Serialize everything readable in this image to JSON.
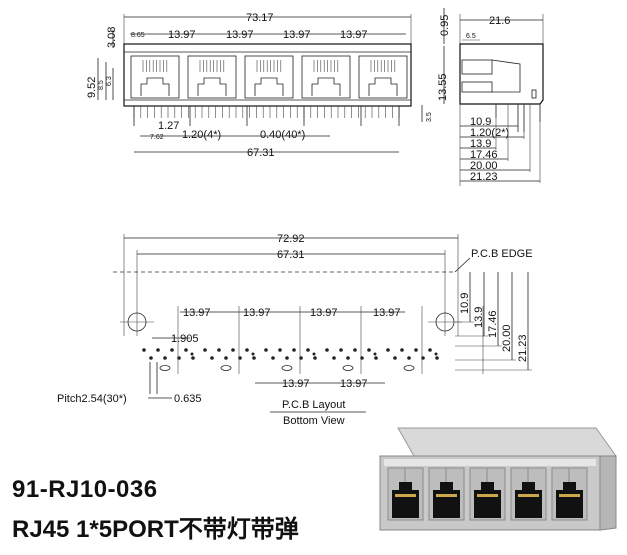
{
  "front_view": {
    "overall_width": "73.17",
    "port_pitch_labels": [
      "13.97",
      "13.97",
      "13.97",
      "13.97"
    ],
    "first_port_offset": "8.65",
    "top_step": "3.08",
    "left_heights": [
      "9.52",
      "8.5",
      "6.3"
    ],
    "pin_spacing": "1.27",
    "pin_offset": "7.62",
    "pin_width_note": "1.20(4*)",
    "pin_thickness_note": "0.40(40*)",
    "peg_spacing": "67.31",
    "pin_length": "3.5"
  },
  "side_view": {
    "depth": "21.6",
    "top_offset": "0.95",
    "latch_offset": "6.5",
    "height": "13.55",
    "dims": [
      "10.9",
      "1.20(2*)",
      "13.9",
      "17.46",
      "20.00",
      "21.23"
    ]
  },
  "pcb_layout": {
    "overall": "72.92",
    "peg_spacing": "67.31",
    "edge_label": "P.C.B EDGE",
    "port_pitch_top": [
      "13.97",
      "13.97",
      "13.97",
      "13.97"
    ],
    "port_pitch_bottom": [
      "13.97",
      "13.97"
    ],
    "row_offset": "1.905",
    "pitch_note": "Pitch2.54(30*)",
    "hole_offset": "0.635",
    "right_dims": [
      "10.9",
      "13.9",
      "17.46",
      "20.00",
      "21.23"
    ],
    "caption_line1": "P.C.B Layout",
    "caption_line2": "Bottom View"
  },
  "part_number": "91-RJ10-036",
  "description": "RJ45 1*5PORT不带灯带弹"
}
